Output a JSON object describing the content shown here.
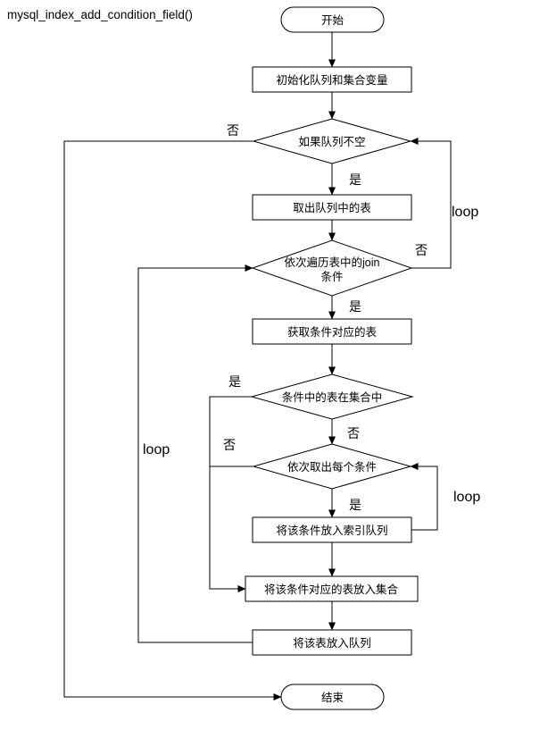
{
  "title": "mysql_index_add_condition_field()",
  "nodes": {
    "start": "开始",
    "init": "初始化队列和集合变量",
    "check_queue": "如果队列不空",
    "take_table": "取出队列中的表",
    "iterate_join_l1": "依次遍历表中的join",
    "iterate_join_l2": "条件",
    "get_table": "获取条件对应的表",
    "table_in_set": "条件中的表在集合中",
    "take_each_condition": "依次取出每个条件",
    "put_condition_index_queue": "将该条件放入索引队列",
    "put_table_in_set": "将该条件对应的表放入集合",
    "put_table_in_queue": "将该表放入队列",
    "end": "结束"
  },
  "labels": {
    "no_check_queue": "否",
    "yes_check_queue": "是",
    "loop_join": "loop",
    "no_iterate_join": "否",
    "yes_iterate_join": "是",
    "yes_table_in_set": "是",
    "no_table_in_set": "否",
    "no_take_condition": "否",
    "yes_take_condition": "是",
    "loop_condition": "loop",
    "loop_table": "loop"
  }
}
